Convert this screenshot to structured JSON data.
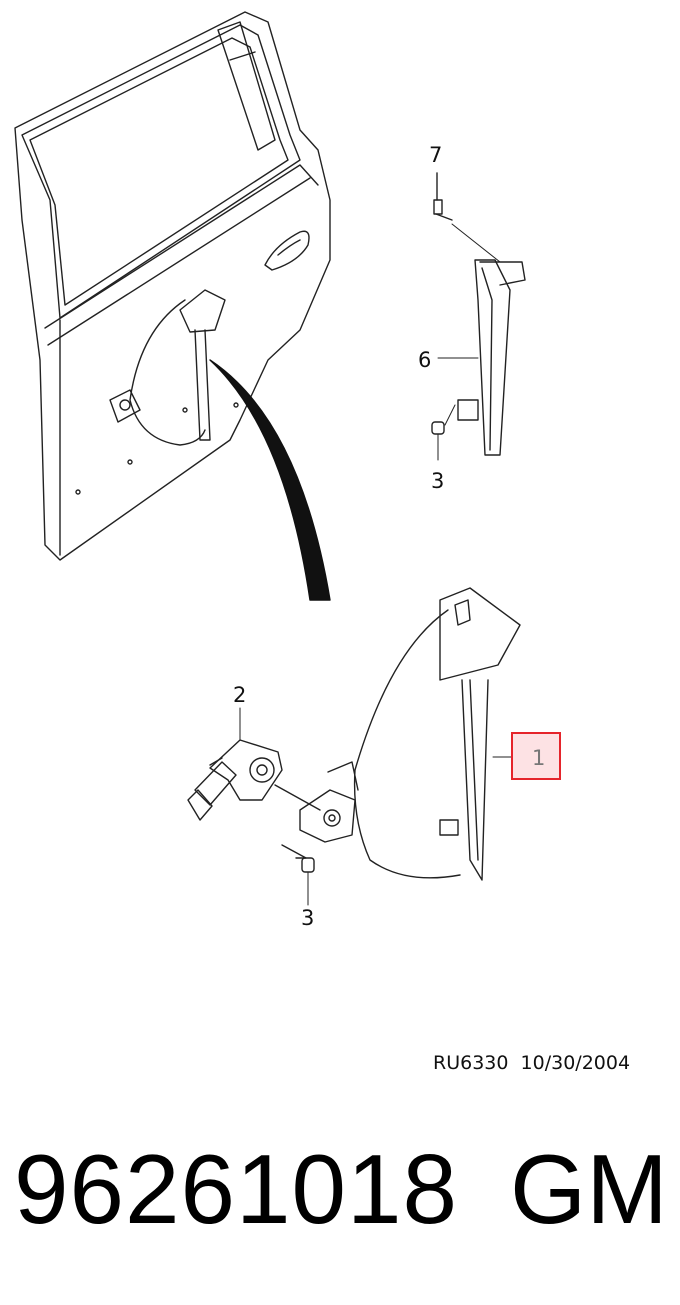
{
  "callouts": {
    "c7": "7",
    "c6": "6",
    "c3_upper": "3",
    "c2": "2",
    "c1": "1",
    "c3_lower": "3"
  },
  "highlight_color": "#e5242b",
  "reference": "RU6330  10/30/2004",
  "part_number": "96261018",
  "brand": "GM"
}
